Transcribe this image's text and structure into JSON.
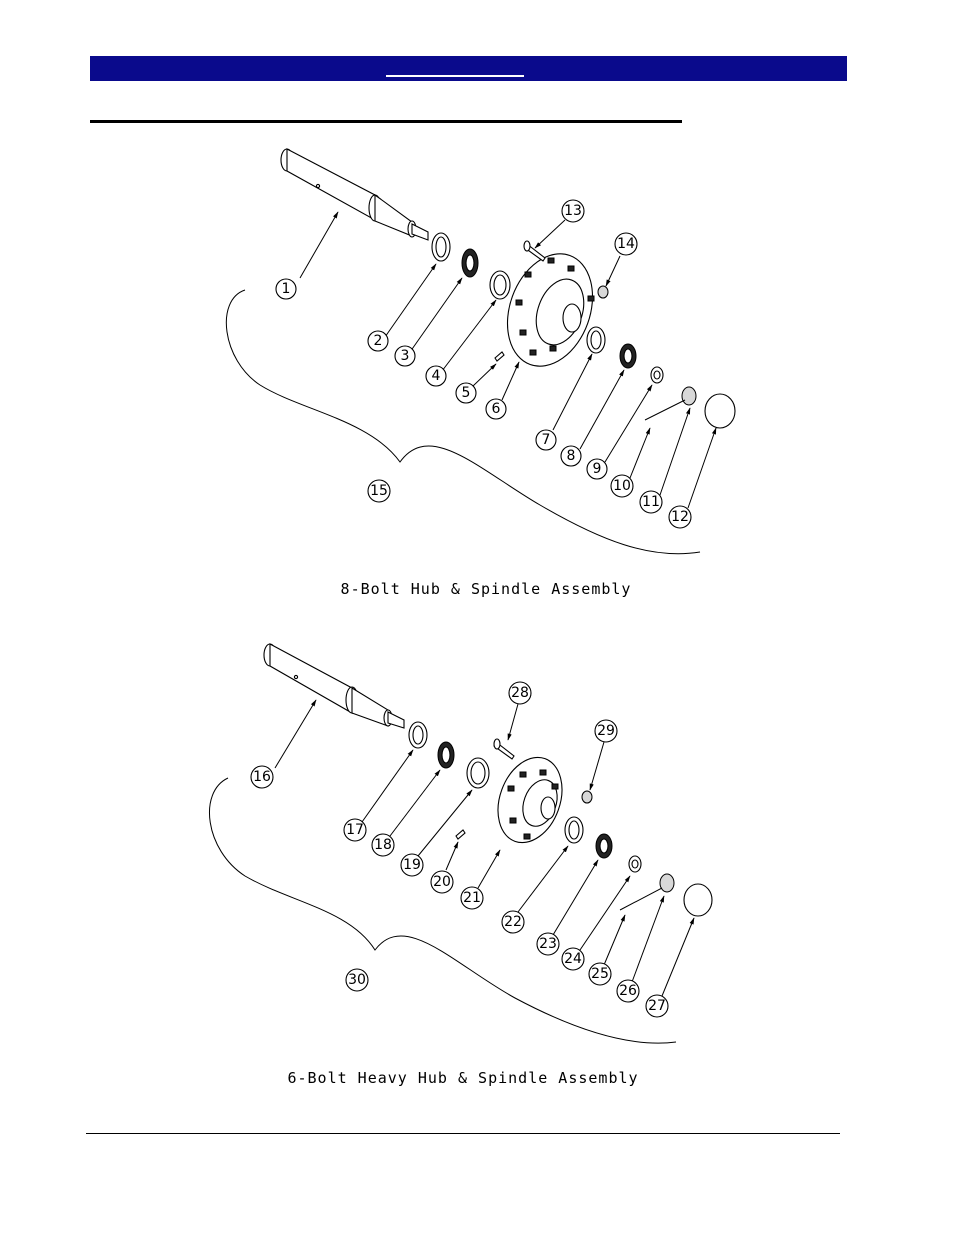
{
  "header": {
    "bar_color": "#0a0a8c"
  },
  "assemblies": [
    {
      "caption": "8-Bolt Hub & Spindle Assembly",
      "callouts": [
        "1",
        "2",
        "3",
        "4",
        "5",
        "6",
        "7",
        "8",
        "9",
        "10",
        "11",
        "12",
        "13",
        "14",
        "15"
      ]
    },
    {
      "caption": "6-Bolt Heavy Hub & Spindle Assembly",
      "callouts": [
        "16",
        "17",
        "18",
        "19",
        "20",
        "21",
        "22",
        "23",
        "24",
        "25",
        "26",
        "27",
        "28",
        "29",
        "30"
      ]
    }
  ]
}
